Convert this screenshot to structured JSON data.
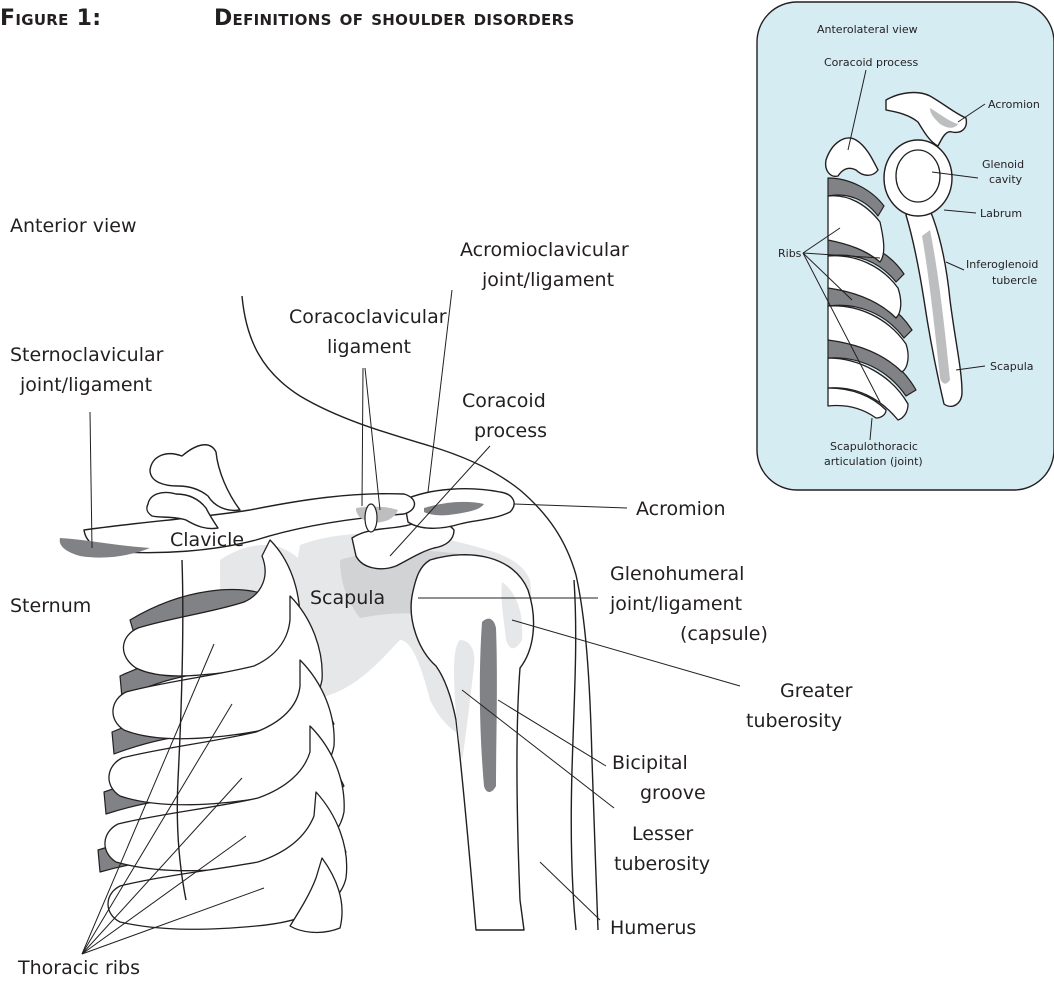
{
  "header": {
    "figure_number": "Figure 1:",
    "title": "Definitions of shoulder disorders"
  },
  "main_view": {
    "view_label": "Anterior view",
    "labels": {
      "sternoclavicular_line1": "Sternoclavicular",
      "sternoclavicular_line2": "joint/ligament",
      "coracoclavicular_line1": "Coracoclavicular",
      "coracoclavicular_line2": "ligament",
      "acromioclavicular_line1": "Acromioclavicular",
      "acromioclavicular_line2": "joint/ligament",
      "coracoid_line1": "Coracoid",
      "coracoid_line2": "process",
      "clavicle": "Clavicle",
      "acromion": "Acromion",
      "sternum": "Sternum",
      "scapula": "Scapula",
      "glenohumeral_line1": "Glenohumeral",
      "glenohumeral_line2": "joint/ligament",
      "glenohumeral_line3": "(capsule)",
      "greater_tuberosity_line1": "Greater",
      "greater_tuberosity_line2": "tuberosity",
      "bicipital_groove_line1": "Bicipital",
      "bicipital_groove_line2": "groove",
      "lesser_tuberosity_line1": "Lesser",
      "lesser_tuberosity_line2": "tuberosity",
      "humerus": "Humerus",
      "thoracic_ribs": "Thoracic ribs"
    }
  },
  "inset": {
    "background_color": "#d6ecf3",
    "border_color": "#231f20",
    "view_label": "Anterolateral view",
    "labels": {
      "coracoid_process": "Coracoid process",
      "acromion": "Acromion",
      "glenoid_line1": "Glenoid",
      "glenoid_line2": "cavity",
      "labrum": "Labrum",
      "ribs": "Ribs",
      "inferoglenoid_line1": "Inferoglenoid",
      "inferoglenoid_line2": "tubercle",
      "scapula": "Scapula",
      "scapulothoracic_line1": "Scapulothoracic",
      "scapulothoracic_line2": "articulation (joint)"
    }
  },
  "colors": {
    "ink": "#231f20",
    "rib_dark": "#808285",
    "bone_light": "#e6e7e8",
    "bone_mid": "#d1d3d4",
    "inset_background": "#d6ecf3"
  }
}
